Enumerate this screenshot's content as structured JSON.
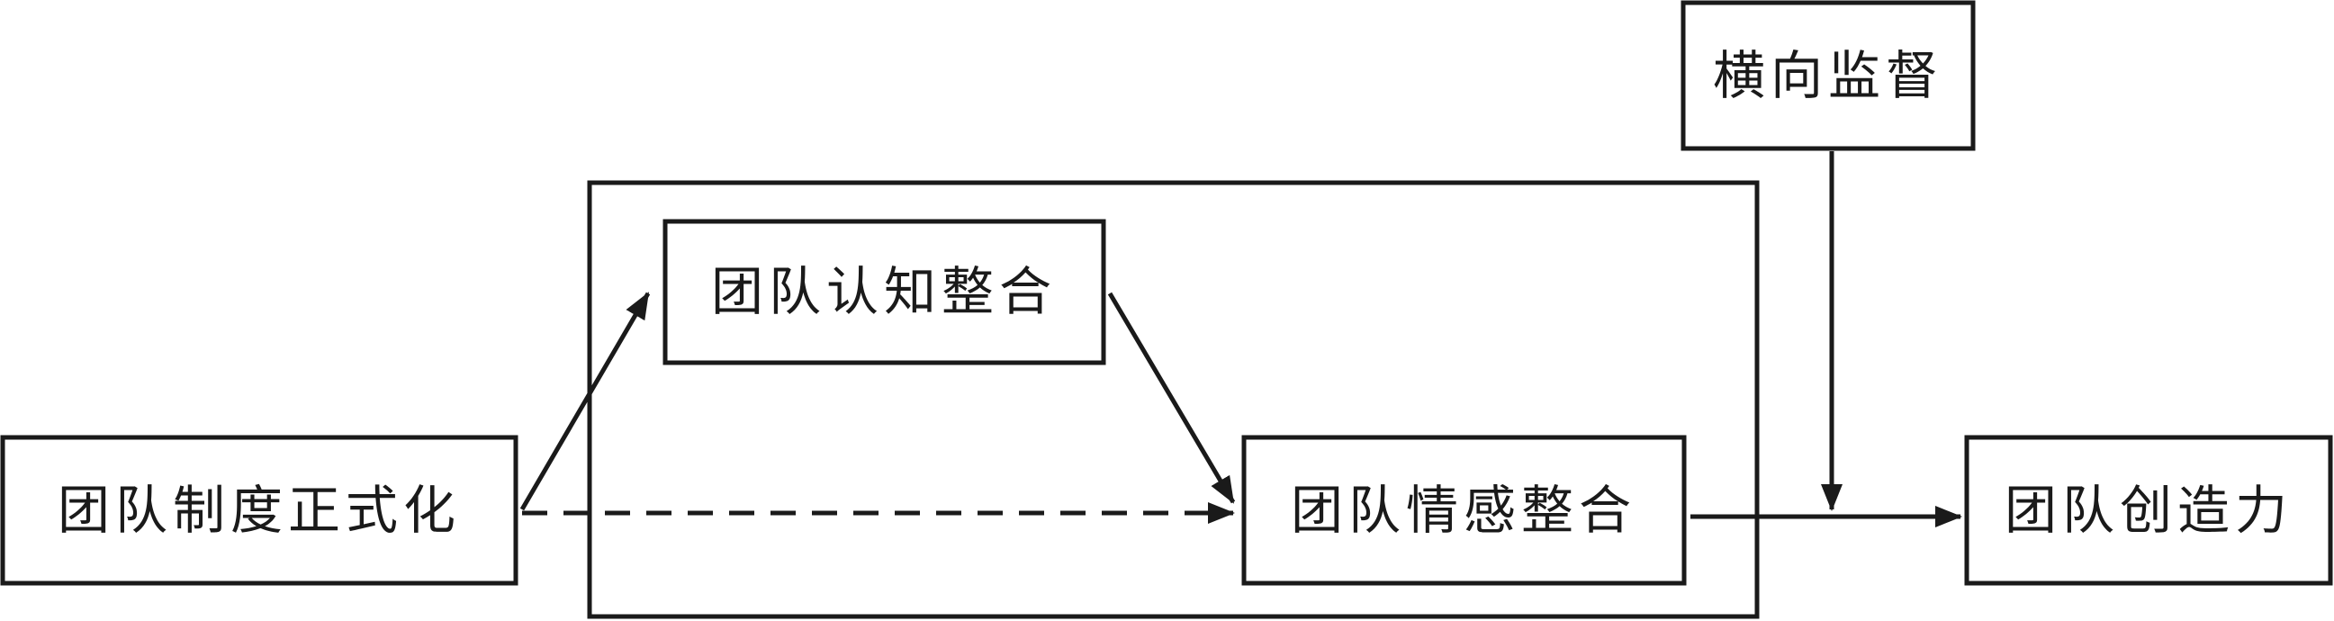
{
  "nodes": {
    "formalization": "团队制度正式化",
    "cognitive_integration": "团队认知整合",
    "affective_integration": "团队情感整合",
    "lateral_monitoring": "横向监督",
    "creativity": "团队创造力"
  },
  "colors": {
    "stroke": "#1a1a1a",
    "background": "#ffffff"
  }
}
